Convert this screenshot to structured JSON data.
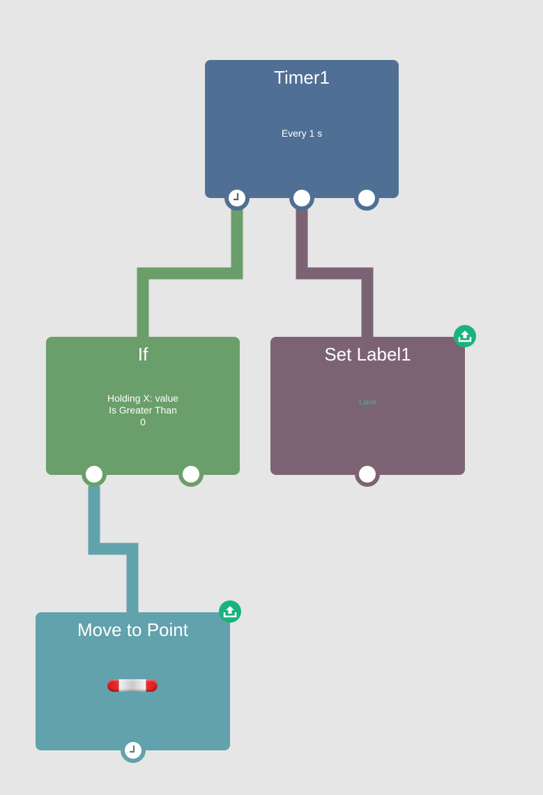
{
  "nodes": {
    "timer": {
      "title": "Timer1",
      "body": [
        "Every 1 s"
      ],
      "color": "#4f6f94"
    },
    "if": {
      "title": "If",
      "body": [
        "Holding X: value",
        "Is Greater Than",
        "0"
      ],
      "color": "#6a9e6a"
    },
    "set_label": {
      "title": "Set Label1",
      "body": [
        "Label"
      ],
      "color": "#7c6374",
      "body_color": "#3fb89a"
    },
    "move": {
      "title": "Move to Point",
      "color": "#61a2ac"
    }
  },
  "connections": [
    {
      "from": "Timer1",
      "to": "If",
      "color": "#6a9e6a"
    },
    {
      "from": "Timer1",
      "to": "Set Label1",
      "color": "#7c6374"
    },
    {
      "from": "If",
      "to": "Move to Point",
      "color": "#61a2ac"
    }
  ],
  "colors": {
    "badge": "#1ab37d",
    "background": "#e6e6e6"
  },
  "icons": {
    "port_clock": "clock-icon",
    "badge": "upload-icon",
    "slider": "toggle-slider"
  }
}
